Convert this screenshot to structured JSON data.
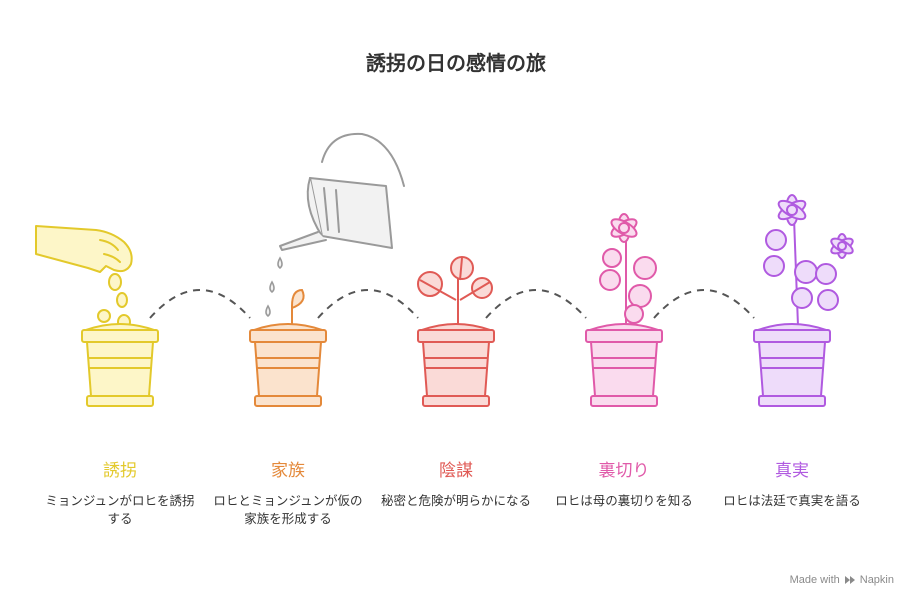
{
  "title": "誘拐の日の感情の旅",
  "stages": [
    {
      "title": "誘拐",
      "description": "ミョンジュンがロヒを誘拐する",
      "color": "#E3C92B",
      "fill": "#FDF6C8"
    },
    {
      "title": "家族",
      "description": "ロヒとミョンジュンが仮の家族を形成する",
      "color": "#E4893A",
      "fill": "#FBE3CD"
    },
    {
      "title": "陰謀",
      "description": "秘密と危険が明らかになる",
      "color": "#E05A55",
      "fill": "#FADAD7"
    },
    {
      "title": "裏切り",
      "description": "ロヒは母の裏切りを知る",
      "color": "#E05AA9",
      "fill": "#FADBEE"
    },
    {
      "title": "真実",
      "description": "ロヒは法廷で真実を語る",
      "color": "#B05AE0",
      "fill": "#EEDCFA"
    }
  ],
  "footer": {
    "prefix": "Made with",
    "brand": "Napkin",
    "icon": "napkin-logo-icon"
  },
  "icons": {
    "hand": "hand-with-seeds-icon",
    "watering_can": "watering-can-icon",
    "flower": "flower-icon"
  }
}
